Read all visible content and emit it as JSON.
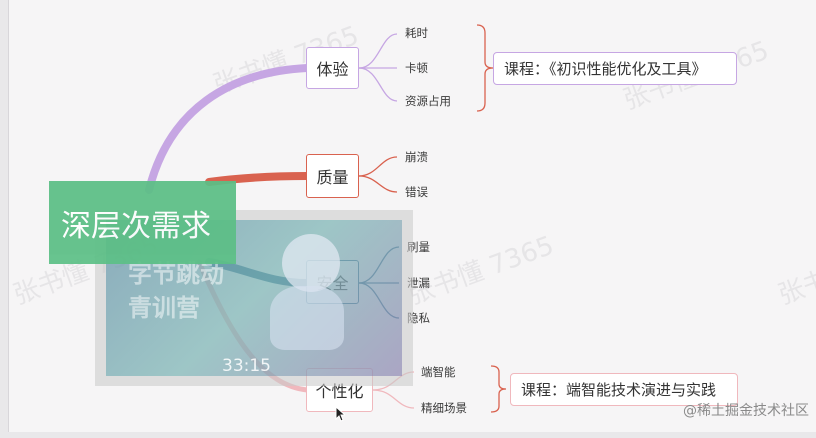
{
  "root": {
    "label": "深层次需求"
  },
  "watermark": {
    "text": "张书懂 7365"
  },
  "branches": [
    {
      "label": "体验",
      "color": "#c6a6e3",
      "leaves": [
        "耗时",
        "卡顿",
        "资源占用"
      ]
    },
    {
      "label": "质量",
      "color": "#d9624f",
      "leaves": [
        "崩溃",
        "错误"
      ]
    },
    {
      "label": "安全",
      "color": "#2f6b8c",
      "leaves": [
        "刷量",
        "泄漏",
        "隐私"
      ]
    },
    {
      "label": "个性化",
      "color": "#f0b8bd",
      "leaves": [
        "端智能",
        "精细场景"
      ]
    }
  ],
  "courses": [
    {
      "text": "课程：《初识性能优化及工具》",
      "color": "#c6a6e3"
    },
    {
      "text": "课程：端智能技术演进与实践",
      "color": "#f0b8bd"
    }
  ],
  "video": {
    "timer": "33:15",
    "line1": "字节跳动",
    "line2": "青训营"
  },
  "footer": {
    "text": "@稀土掘金技术社区"
  }
}
